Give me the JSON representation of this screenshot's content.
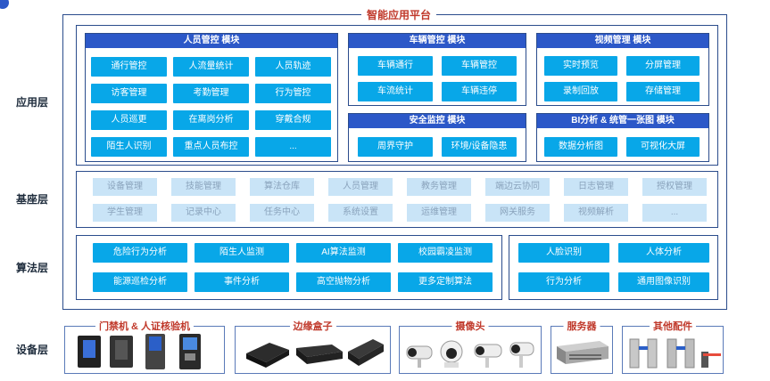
{
  "platform_title": "智能应用平台",
  "layers": {
    "app": "应用层",
    "base": "基座层",
    "algo": "算法层",
    "device": "设备层"
  },
  "modules": {
    "personnel": {
      "title": "人员管控 模块",
      "items": [
        "通行管控",
        "人流量统计",
        "人员轨迹",
        "访客管理",
        "考勤管理",
        "行为管控",
        "人员巡更",
        "在离岗分析",
        "穿戴合规",
        "陌生人识别",
        "重点人员布控",
        "..."
      ]
    },
    "vehicle": {
      "title": "车辆管控 模块",
      "items": [
        "车辆通行",
        "车辆管控",
        "车流统计",
        "车辆违停"
      ]
    },
    "video": {
      "title": "视频管理 模块",
      "items": [
        "实时预览",
        "分屏管理",
        "录制回放",
        "存储管理"
      ]
    },
    "safety": {
      "title": "安全监控 模块",
      "items": [
        "周界守护",
        "环境/设备隐患"
      ]
    },
    "bi": {
      "title": "BI分析 & 统管一张图 模块",
      "items": [
        "数据分析图",
        "可视化大屏"
      ]
    }
  },
  "base_items": [
    "设备管理",
    "技能管理",
    "算法仓库",
    "人员管理",
    "教务管理",
    "端边云协同",
    "日志管理",
    "授权管理",
    "学生管理",
    "记录中心",
    "任务中心",
    "系统设置",
    "运维管理",
    "网关服务",
    "视频解析",
    "..."
  ],
  "algo_left": [
    "危险行为分析",
    "陌生人监测",
    "AI算法监测",
    "校园霸凌监测",
    "能源巡检分析",
    "事件分析",
    "高空抛物分析",
    "更多定制算法"
  ],
  "algo_right": [
    "人脸识别",
    "人体分析",
    "行为分析",
    "通用图像识别"
  ],
  "devices": {
    "access": "门禁机 & 人证核验机",
    "edge": "边缘盒子",
    "camera": "摄像头",
    "server": "服务器",
    "other": "其他配件"
  },
  "colors": {
    "module_header": "#2c58c8",
    "button": "#08a7e8",
    "base_button": "#c9e4f7",
    "title_red": "#c0392b",
    "frame": "#2b4c8c"
  }
}
